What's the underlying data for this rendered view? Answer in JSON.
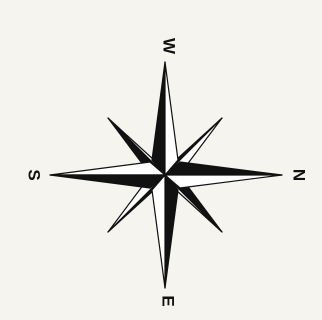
{
  "labels": {
    "west": "W",
    "north": "N",
    "east": "E",
    "south": "S"
  },
  "colors": {
    "background": "#f5f4ef",
    "ink": "#111111",
    "light": "#ffffff"
  }
}
